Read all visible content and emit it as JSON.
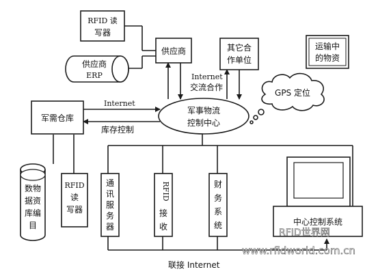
{
  "nodes": {
    "rfid_writer_top": [
      "RFID 读",
      "写器"
    ],
    "supplier": "供应商",
    "supplier_erp": [
      "供应商",
      "ERP"
    ],
    "other_units": [
      "其它合",
      "作单位"
    ],
    "transport": [
      "运输中",
      "的物资"
    ],
    "gps": "GPS 定位",
    "center": [
      "军事物流",
      "控制中心"
    ],
    "warehouse": "军需仓库",
    "database": [
      "数物",
      "据资",
      "库编",
      "目"
    ],
    "rfid_writer_bottom": [
      "RFID",
      "读",
      "写器"
    ],
    "comm_server": [
      "通",
      "讯",
      "服",
      "务",
      "器"
    ],
    "rfid_receive": [
      "RFID",
      "接",
      "收"
    ],
    "finance": [
      "财",
      "务",
      "系",
      "统"
    ],
    "central_control": "中心控制系统"
  },
  "edge_labels": {
    "internet_coop": [
      "Internet",
      "交流合作"
    ],
    "internet_left": "Internet",
    "inventory_control": "库存控制",
    "bottom_internet": "联接 Internet"
  },
  "watermark": {
    "line1": "RFID世界网",
    "line2": "www.rfidworld.com.cn"
  }
}
